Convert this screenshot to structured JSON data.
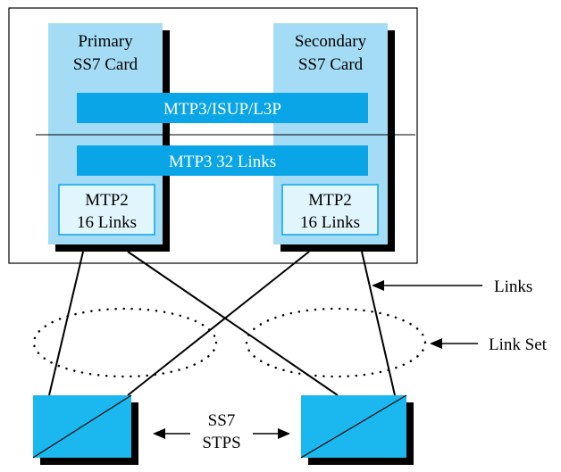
{
  "primary_card": {
    "line1": "Primary",
    "line2": "SS7 Card",
    "mtp2_line1": "MTP2",
    "mtp2_line2": "16 Links"
  },
  "secondary_card": {
    "line1": "Secondary",
    "line2": "SS7 Card",
    "mtp2_line1": "MTP2",
    "mtp2_line2": "16 Links"
  },
  "layers": {
    "upper": "MTP3/ISUP/L3P",
    "lower": "MTP3 32 Links"
  },
  "callouts": {
    "links": "Links",
    "link_set": "Link Set"
  },
  "stps": {
    "line1": "SS7",
    "line2": "STPS"
  },
  "colors": {
    "card_fill": "#a5dcf5",
    "bar_fill": "#0aa5e6",
    "mtp2_fill": "#e1f5fd",
    "stp_fill": "#1ab8ee",
    "shadow": "#000000",
    "line": "#000000"
  }
}
